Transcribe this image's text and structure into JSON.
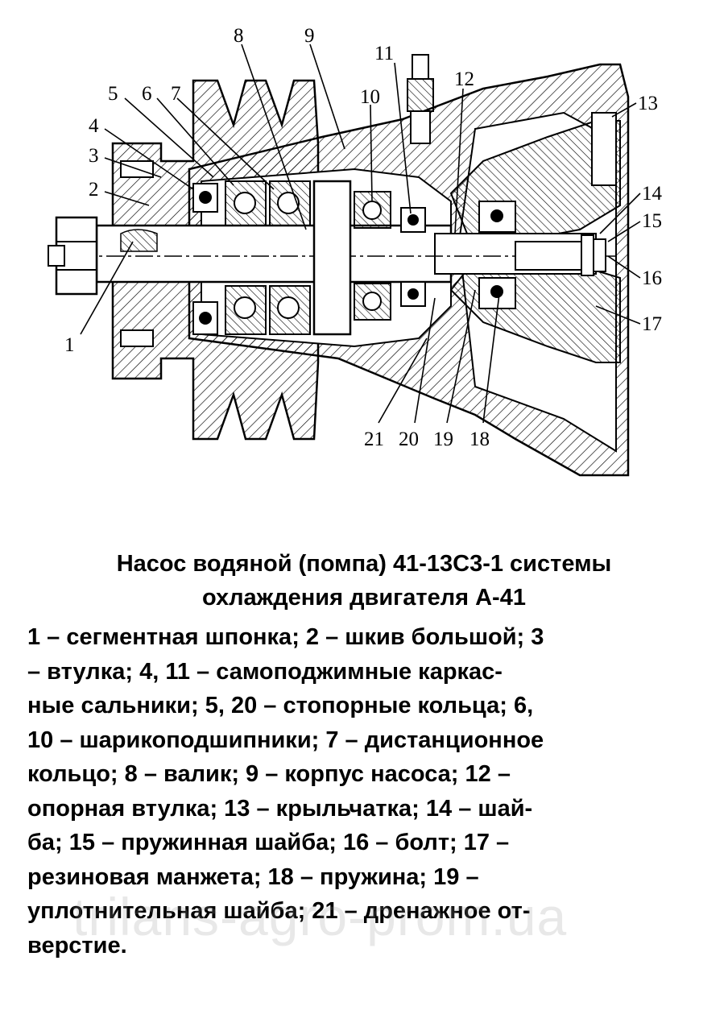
{
  "figure": {
    "callouts": [
      {
        "id": "1",
        "label": "1"
      },
      {
        "id": "2",
        "label": "2"
      },
      {
        "id": "3",
        "label": "3"
      },
      {
        "id": "4",
        "label": "4"
      },
      {
        "id": "5",
        "label": "5"
      },
      {
        "id": "6",
        "label": "6"
      },
      {
        "id": "7",
        "label": "7"
      },
      {
        "id": "8",
        "label": "8"
      },
      {
        "id": "9",
        "label": "9"
      },
      {
        "id": "10",
        "label": "10"
      },
      {
        "id": "11",
        "label": "11"
      },
      {
        "id": "12",
        "label": "12"
      },
      {
        "id": "13",
        "label": "13"
      },
      {
        "id": "14",
        "label": "14"
      },
      {
        "id": "15",
        "label": "15"
      },
      {
        "id": "16",
        "label": "16"
      },
      {
        "id": "17",
        "label": "17"
      },
      {
        "id": "18",
        "label": "18"
      },
      {
        "id": "19",
        "label": "19"
      },
      {
        "id": "20",
        "label": "20"
      },
      {
        "id": "21",
        "label": "21"
      }
    ]
  },
  "caption": {
    "title_line1": "Насос водяной (помпа) 41-13С3-1 системы",
    "title_line2": "охлаждения двигателя А-41",
    "legend_lines": [
      "1 – сегментная шпонка; 2 – шкив большой; 3",
      "– втулка; 4, 11 – самоподжимные каркас-",
      "ные сальники; 5, 20 – стопорные кольца; 6,",
      "10 – шарикоподшипники; 7 – дистанционное",
      "кольцо; 8 – валик; 9 – корпус насоса; 12 –",
      "опорная втулка; 13 – крыльчатка; 14 – шай-",
      "ба; 15 – пружинная шайба; 16 – болт; 17 –",
      "резиновая манжета; 18 – пружина; 19 –",
      "уплотнительная шайба; 21 – дренажное от-",
      "верстие."
    ]
  },
  "watermark": "trilans-agro-prom.ua"
}
